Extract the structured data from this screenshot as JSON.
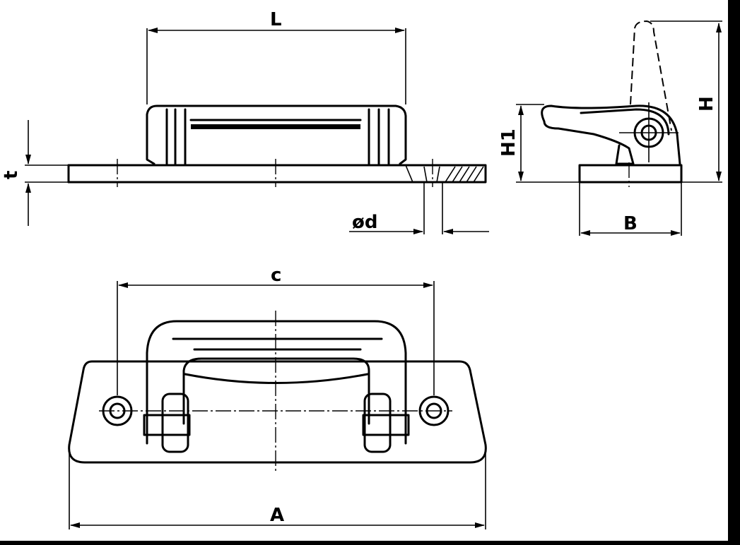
{
  "drawing": {
    "labels": {
      "length": "L",
      "thickness": "t",
      "hole_diameter": "ød",
      "lever_height": "H1",
      "total_height": "H",
      "base_width": "B",
      "hole_spacing": "c",
      "overall_length": "A"
    }
  }
}
